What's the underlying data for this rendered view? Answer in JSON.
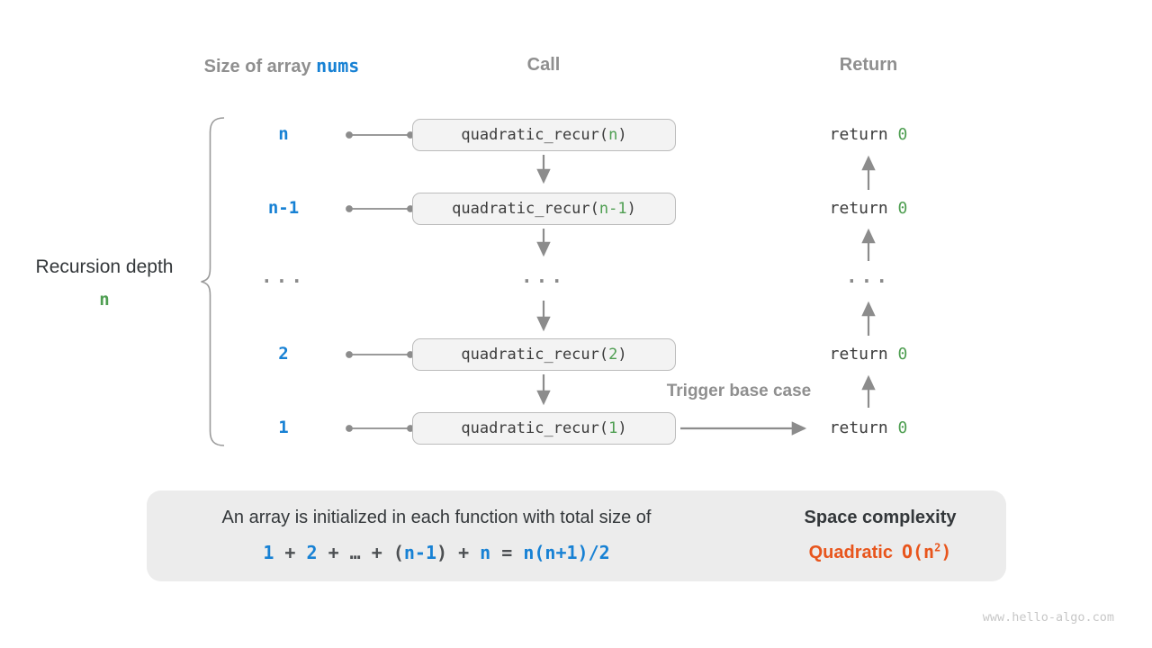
{
  "colors": {
    "accent_blue": "#1781d4",
    "accent_green": "#4e9e51",
    "accent_orange": "#e8551c",
    "muted_gray": "#8f8f8f",
    "box_fill": "#f3f3f3",
    "panel_fill": "#ececec"
  },
  "headers": {
    "size_prefix": "Size of array ",
    "size_code": "nums",
    "call": "Call",
    "return_col": "Return"
  },
  "depth": {
    "label": "Recursion depth",
    "value": "n"
  },
  "size_labels": {
    "r1": "n",
    "r2": "n-1",
    "r3": "...",
    "r4": "2",
    "r5": "1"
  },
  "calls": {
    "fn": "quadratic_recur(",
    "close": ")",
    "r1_arg": "n",
    "r2_arg": "n-1",
    "r3_dots": "...",
    "r4_arg": "2",
    "r5_arg": "1"
  },
  "returns": {
    "keyword": "return ",
    "value": "0",
    "dots": "..."
  },
  "trigger_label": "Trigger base case",
  "panel": {
    "sentence": "An array is initialized in each function with total size of",
    "formula": {
      "t1": "1",
      "op1": " + ",
      "t2": "2",
      "op2": " + ",
      "dots": "…",
      "op3": " + ",
      "po": "(",
      "t3": "n-1",
      "pc": ")",
      "op4": " + ",
      "t4": "n",
      "eq": " = ",
      "t5": "n(n+1)/2"
    },
    "space_title": "Space complexity",
    "quadratic_word": "Quadratic",
    "big_o_open": "O(n",
    "big_o_exp": "2",
    "big_o_close": ")"
  },
  "watermark": "www.hello-algo.com"
}
